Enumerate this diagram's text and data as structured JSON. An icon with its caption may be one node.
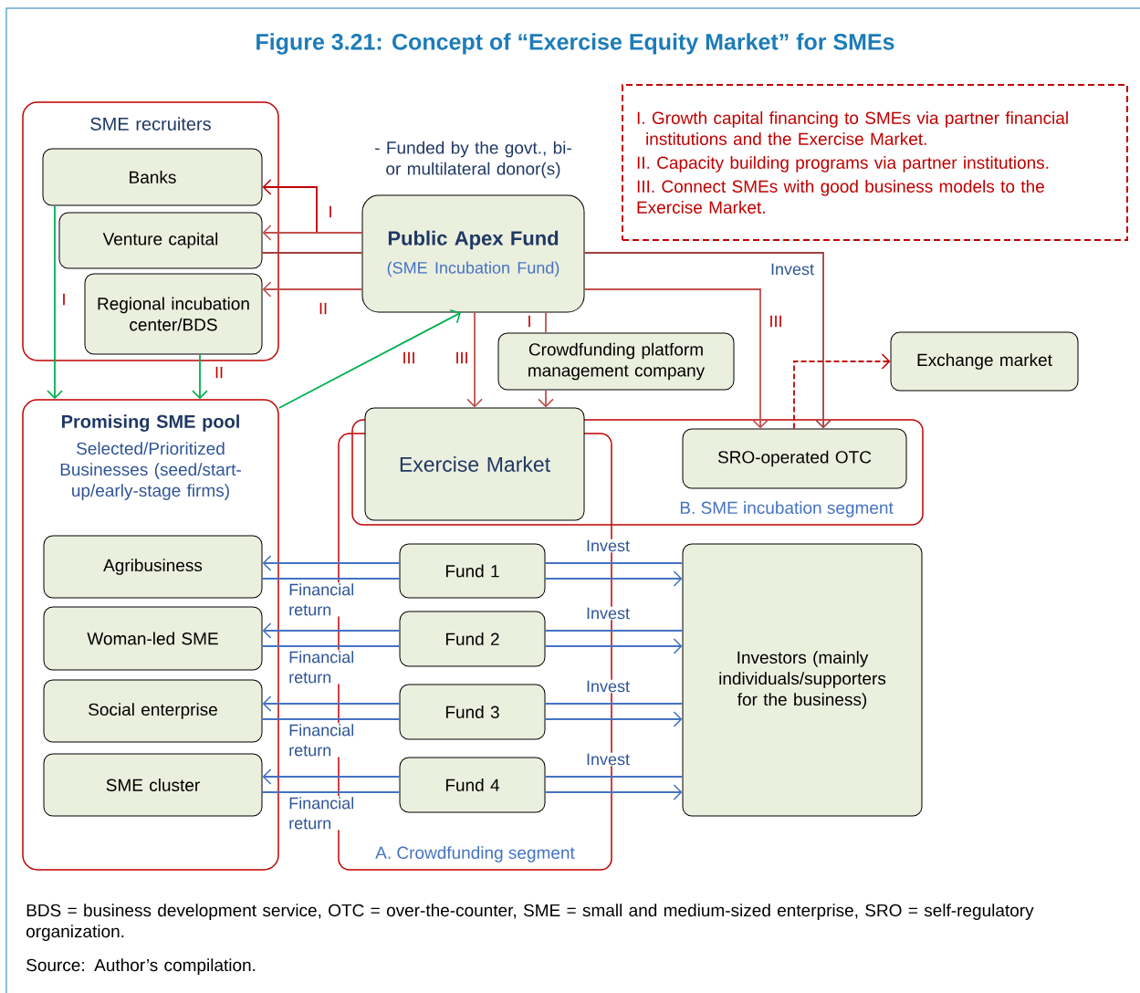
{
  "diagram": {
    "title": "Figure 3.21: Concept of “Exercise Equity Market” for SMEs",
    "nodes": [
      {
        "text": [
          "SME recruiters"
        ]
      },
      {
        "text": [
          "Banks"
        ],
        "in": 0
      },
      {
        "text": [
          "Venture capital"
        ],
        "in": 0
      },
      {
        "text": [
          "Regional incubation center/BDS"
        ],
        "in": 0
      },
      {
        "text": [
          "Public Apex Fund",
          "(SME Incubation Fund)"
        ],
        "beside": [
          "- Funded by the govt., bi- or multilateral donor(s)"
        ]
      },
      {
        "text": [
          "I. Growth capital financing to SMEs via partner financial institutions and the Exercise Market.",
          "II. Capacity building programs via partner institutions.",
          "III. Connect SMEs with good business models to the Exercise Market."
        ]
      },
      {
        "text": [
          "Crowdfunding platform management company"
        ]
      },
      {
        "text": [
          "Exchange market"
        ]
      },
      {
        "text": [
          "Promising SME pool",
          "Selected/Prioritized Businesses (seed/start-up/early-stage firms)"
        ]
      },
      {
        "text": [
          "B. SME incubation segment"
        ]
      },
      {
        "text": [
          "Exercise Market"
        ]
      },
      {
        "text": [
          "SRO-operated OTC"
        ],
        "in": 9
      },
      {
        "text": [
          "A. Crowdfunding segment"
        ]
      },
      {
        "text": [
          "Agribusiness"
        ],
        "in": 8
      },
      {
        "text": [
          "Woman-led SME"
        ],
        "in": 8
      },
      {
        "text": [
          "Social enterprise"
        ],
        "in": 8
      },
      {
        "text": [
          "SME cluster"
        ],
        "in": 8
      },
      {
        "text": [
          "Fund 1"
        ],
        "in": 12
      },
      {
        "text": [
          "Fund 2"
        ],
        "in": 12
      },
      {
        "text": [
          "Fund 3"
        ],
        "in": 12
      },
      {
        "text": [
          "Fund 4"
        ],
        "in": 12
      },
      {
        "text": [
          "Investors (mainly individuals/supporters for the business)"
        ]
      }
    ],
    "edges": [
      {
        "from": 4,
        "to": 1,
        "arrow": "to",
        "label": "I",
        "color": "#c00000"
      },
      {
        "from": 4,
        "to": 2,
        "arrow": "to",
        "color": "#c0504d"
      },
      {
        "from": 4,
        "to": 2,
        "arrow": "none",
        "color": "#a0403f"
      },
      {
        "from": 4,
        "to": 3,
        "arrow": "to",
        "label": "II",
        "color": "#c0504d"
      },
      {
        "from": 4,
        "to": 11,
        "arrow": "to",
        "label": "III",
        "color": "#c0504d"
      },
      {
        "from": 4,
        "to": 10,
        "arrow": "to",
        "label": "III",
        "color": "#c0504d"
      },
      {
        "from": 4,
        "to": 6,
        "arrow": "none",
        "label": "I",
        "color": "#c0504d"
      },
      {
        "from": 6,
        "to": 10,
        "arrow": "to",
        "color": "#c0504d"
      },
      {
        "from": 11,
        "to": 7,
        "arrow": "to",
        "style": "dashed",
        "color": "#c00000"
      },
      {
        "from": 1,
        "to": 8,
        "arrow": "to",
        "label": "I",
        "color": "#00b050"
      },
      {
        "from": 3,
        "to": 8,
        "arrow": "to",
        "label": "II",
        "color": "#00b050"
      },
      {
        "from": 8,
        "to": 4,
        "arrow": "to",
        "label": "III",
        "color": "#00b050"
      },
      {
        "from": 17,
        "to": 13,
        "arrow": "to"
      },
      {
        "from": 13,
        "to": 17,
        "arrow": "none",
        "label": "Financial return"
      },
      {
        "from": 21,
        "to": 17,
        "arrow": "none",
        "label": "Invest"
      },
      {
        "from": 17,
        "to": 21,
        "arrow": "to"
      },
      {
        "from": 18,
        "to": 14,
        "arrow": "to"
      },
      {
        "from": 14,
        "to": 18,
        "arrow": "none",
        "label": "Financial return"
      },
      {
        "from": 21,
        "to": 18,
        "arrow": "none",
        "label": "Invest"
      },
      {
        "from": 18,
        "to": 21,
        "arrow": "to"
      },
      {
        "from": 19,
        "to": 15,
        "arrow": "to"
      },
      {
        "from": 15,
        "to": 19,
        "arrow": "none",
        "label": "Financial return"
      },
      {
        "from": 21,
        "to": 19,
        "arrow": "none",
        "label": "Invest"
      },
      {
        "from": 19,
        "to": 21,
        "arrow": "to"
      },
      {
        "from": 20,
        "to": 16,
        "arrow": "to"
      },
      {
        "from": 16,
        "to": 20,
        "arrow": "none",
        "label": "Financial return"
      },
      {
        "from": 21,
        "to": 20,
        "arrow": "none",
        "label": "Invest"
      },
      {
        "from": 20,
        "to": 21,
        "arrow": "to"
      },
      {
        "from": 4,
        "to": 11,
        "arrow": "to",
        "label": "Invest",
        "color": "#a0403f"
      }
    ],
    "labels": [
      "BDS = business development service, OTC = over-the-counter, SME = small and medium-sized enterprise, SRO = self-regulatory organization.",
      "Source: Author’s compilation."
    ]
  }
}
